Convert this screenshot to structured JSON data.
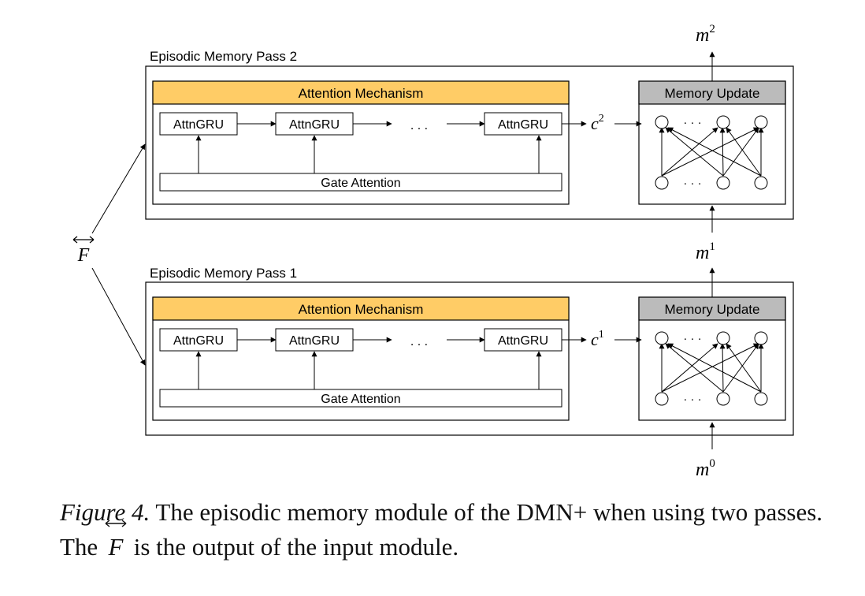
{
  "passes": [
    {
      "title": "Episodic Memory Pass 2",
      "attention_label": "Attention Mechanism",
      "gru_labels": [
        "AttnGRU",
        "AttnGRU",
        "AttnGRU"
      ],
      "ellipsis": ". . .",
      "gate_label": "Gate Attention",
      "memory_update_label": "Memory Update",
      "node_ellipsis": "· · ·",
      "c_base": "c",
      "c_sup": "2"
    },
    {
      "title": "Episodic Memory Pass 1",
      "attention_label": "Attention Mechanism",
      "gru_labels": [
        "AttnGRU",
        "AttnGRU",
        "AttnGRU"
      ],
      "ellipsis": ". . .",
      "gate_label": "Gate Attention",
      "memory_update_label": "Memory Update",
      "node_ellipsis": "· · ·",
      "c_base": "c",
      "c_sup": "1"
    }
  ],
  "memory_labels": [
    {
      "base": "m",
      "sup": "2"
    },
    {
      "base": "m",
      "sup": "1"
    },
    {
      "base": "m",
      "sup": "0"
    }
  ],
  "input_label": "F",
  "caption": {
    "figure_label": "Figure 4.",
    "text_part1": " The episodic memory module of the DMN+ when using two passes. The ",
    "symbol": "F",
    "text_part2": " is the output of the input module."
  },
  "colors": {
    "attention_fill": "#FFCC66",
    "memory_update_fill": "#BBBBBB",
    "stroke": "#000000"
  }
}
